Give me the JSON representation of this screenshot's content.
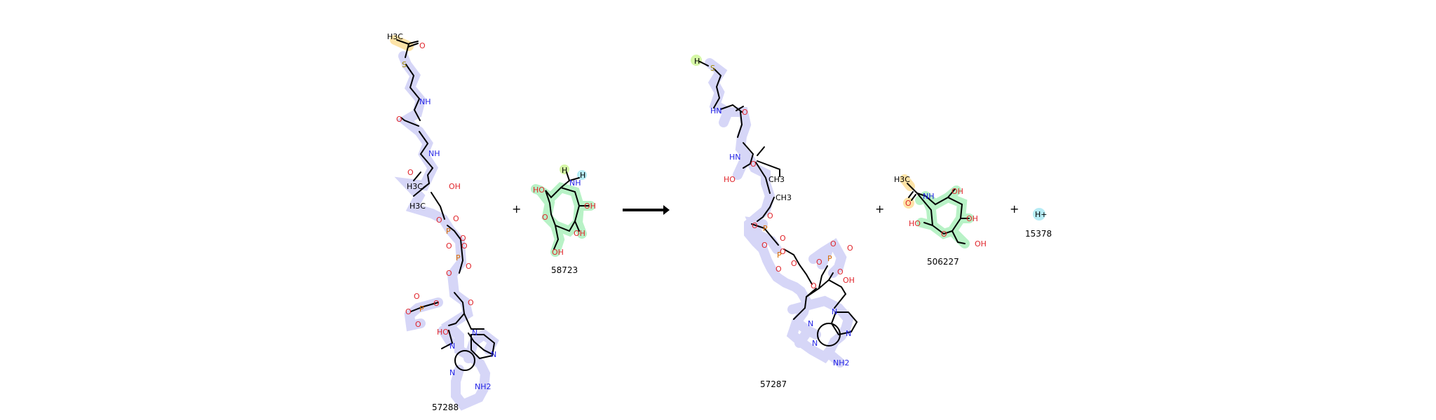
{
  "reaction": {
    "reactant_1": {
      "id": "57288",
      "labels": [
        "H3C",
        "O",
        "S",
        "NH",
        "O",
        "NH",
        "O",
        "OH",
        "H3C",
        "H3C",
        "O",
        "O",
        "P",
        "O",
        "O",
        "O",
        "P",
        "O",
        "O",
        "O",
        "O",
        "P",
        "O",
        "O",
        "O",
        "HO",
        "N",
        "N",
        "N",
        "N",
        "NH2"
      ]
    },
    "plus_1": "+",
    "reactant_2": {
      "id": "58723",
      "labels": [
        "H",
        "H",
        "NH",
        "HO",
        "OH",
        "O",
        "OH",
        "OH"
      ]
    },
    "product_1": {
      "id": "57287",
      "labels": [
        "H",
        "S",
        "HN",
        "O",
        "HN",
        "O",
        "HO",
        "CH3",
        "CH3",
        "O",
        "O",
        "P",
        "O",
        "O",
        "O",
        "P",
        "O",
        "O",
        "O",
        "O",
        "P",
        "O",
        "O",
        "O",
        "OH",
        "N",
        "N",
        "N",
        "N",
        "NH2"
      ]
    },
    "plus_2": "+",
    "product_2": {
      "id": "506227",
      "labels": [
        "H3C",
        "O",
        "NH",
        "OH",
        "HO",
        "OH",
        "O",
        "OH"
      ]
    },
    "plus_3": "+",
    "product_3": {
      "id": "15378",
      "labels": [
        "H+"
      ]
    }
  },
  "colors": {
    "blue_highlight": "#d6d6f7",
    "green_highlight": "#b8f2c6",
    "orange_highlight": "#fde3a7",
    "lime_highlight": "#d5f7a6",
    "cyan_highlight": "#b6ecf5",
    "oxygen": "#e0252b",
    "nitrogen": "#2424e6",
    "phosphorus": "#d86a00",
    "sulfur": "#a48b00",
    "bond": "#000000"
  }
}
